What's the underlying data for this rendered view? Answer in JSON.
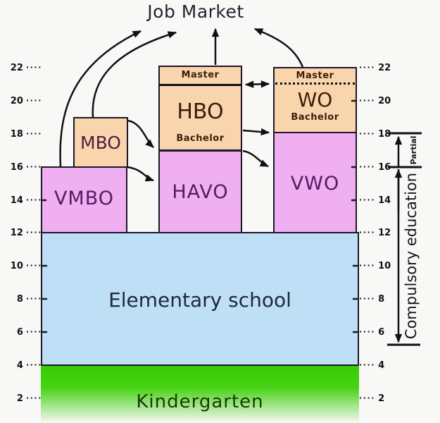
{
  "title": "Job Market",
  "axis": {
    "ages": [
      "22",
      "20",
      "18",
      "16",
      "14",
      "12",
      "10",
      "8",
      "6",
      "4",
      "2"
    ],
    "dots": "····"
  },
  "boxes": {
    "vmbo": {
      "label": "VMBO"
    },
    "mbo": {
      "label": "MBO"
    },
    "havo": {
      "label": "HAVO"
    },
    "hbo": {
      "label": "HBO",
      "master": "Master",
      "bachelor": "Bachelor"
    },
    "vwo": {
      "label": "VWO"
    },
    "wo": {
      "label": "WO",
      "master": "Master",
      "bachelor": "Bachelor"
    },
    "elementary": {
      "label": "Elementary school"
    },
    "kindergarten": {
      "label": "Kindergarten"
    }
  },
  "annotations": {
    "compulsory": "Compulsory education",
    "partial": "Partial"
  },
  "colors": {
    "pink": "#f0aff0",
    "peach": "#f9d5ae",
    "blue": "#bedff6",
    "green": "#38cc04",
    "border": "#1d1726",
    "arrow": "#111111"
  }
}
